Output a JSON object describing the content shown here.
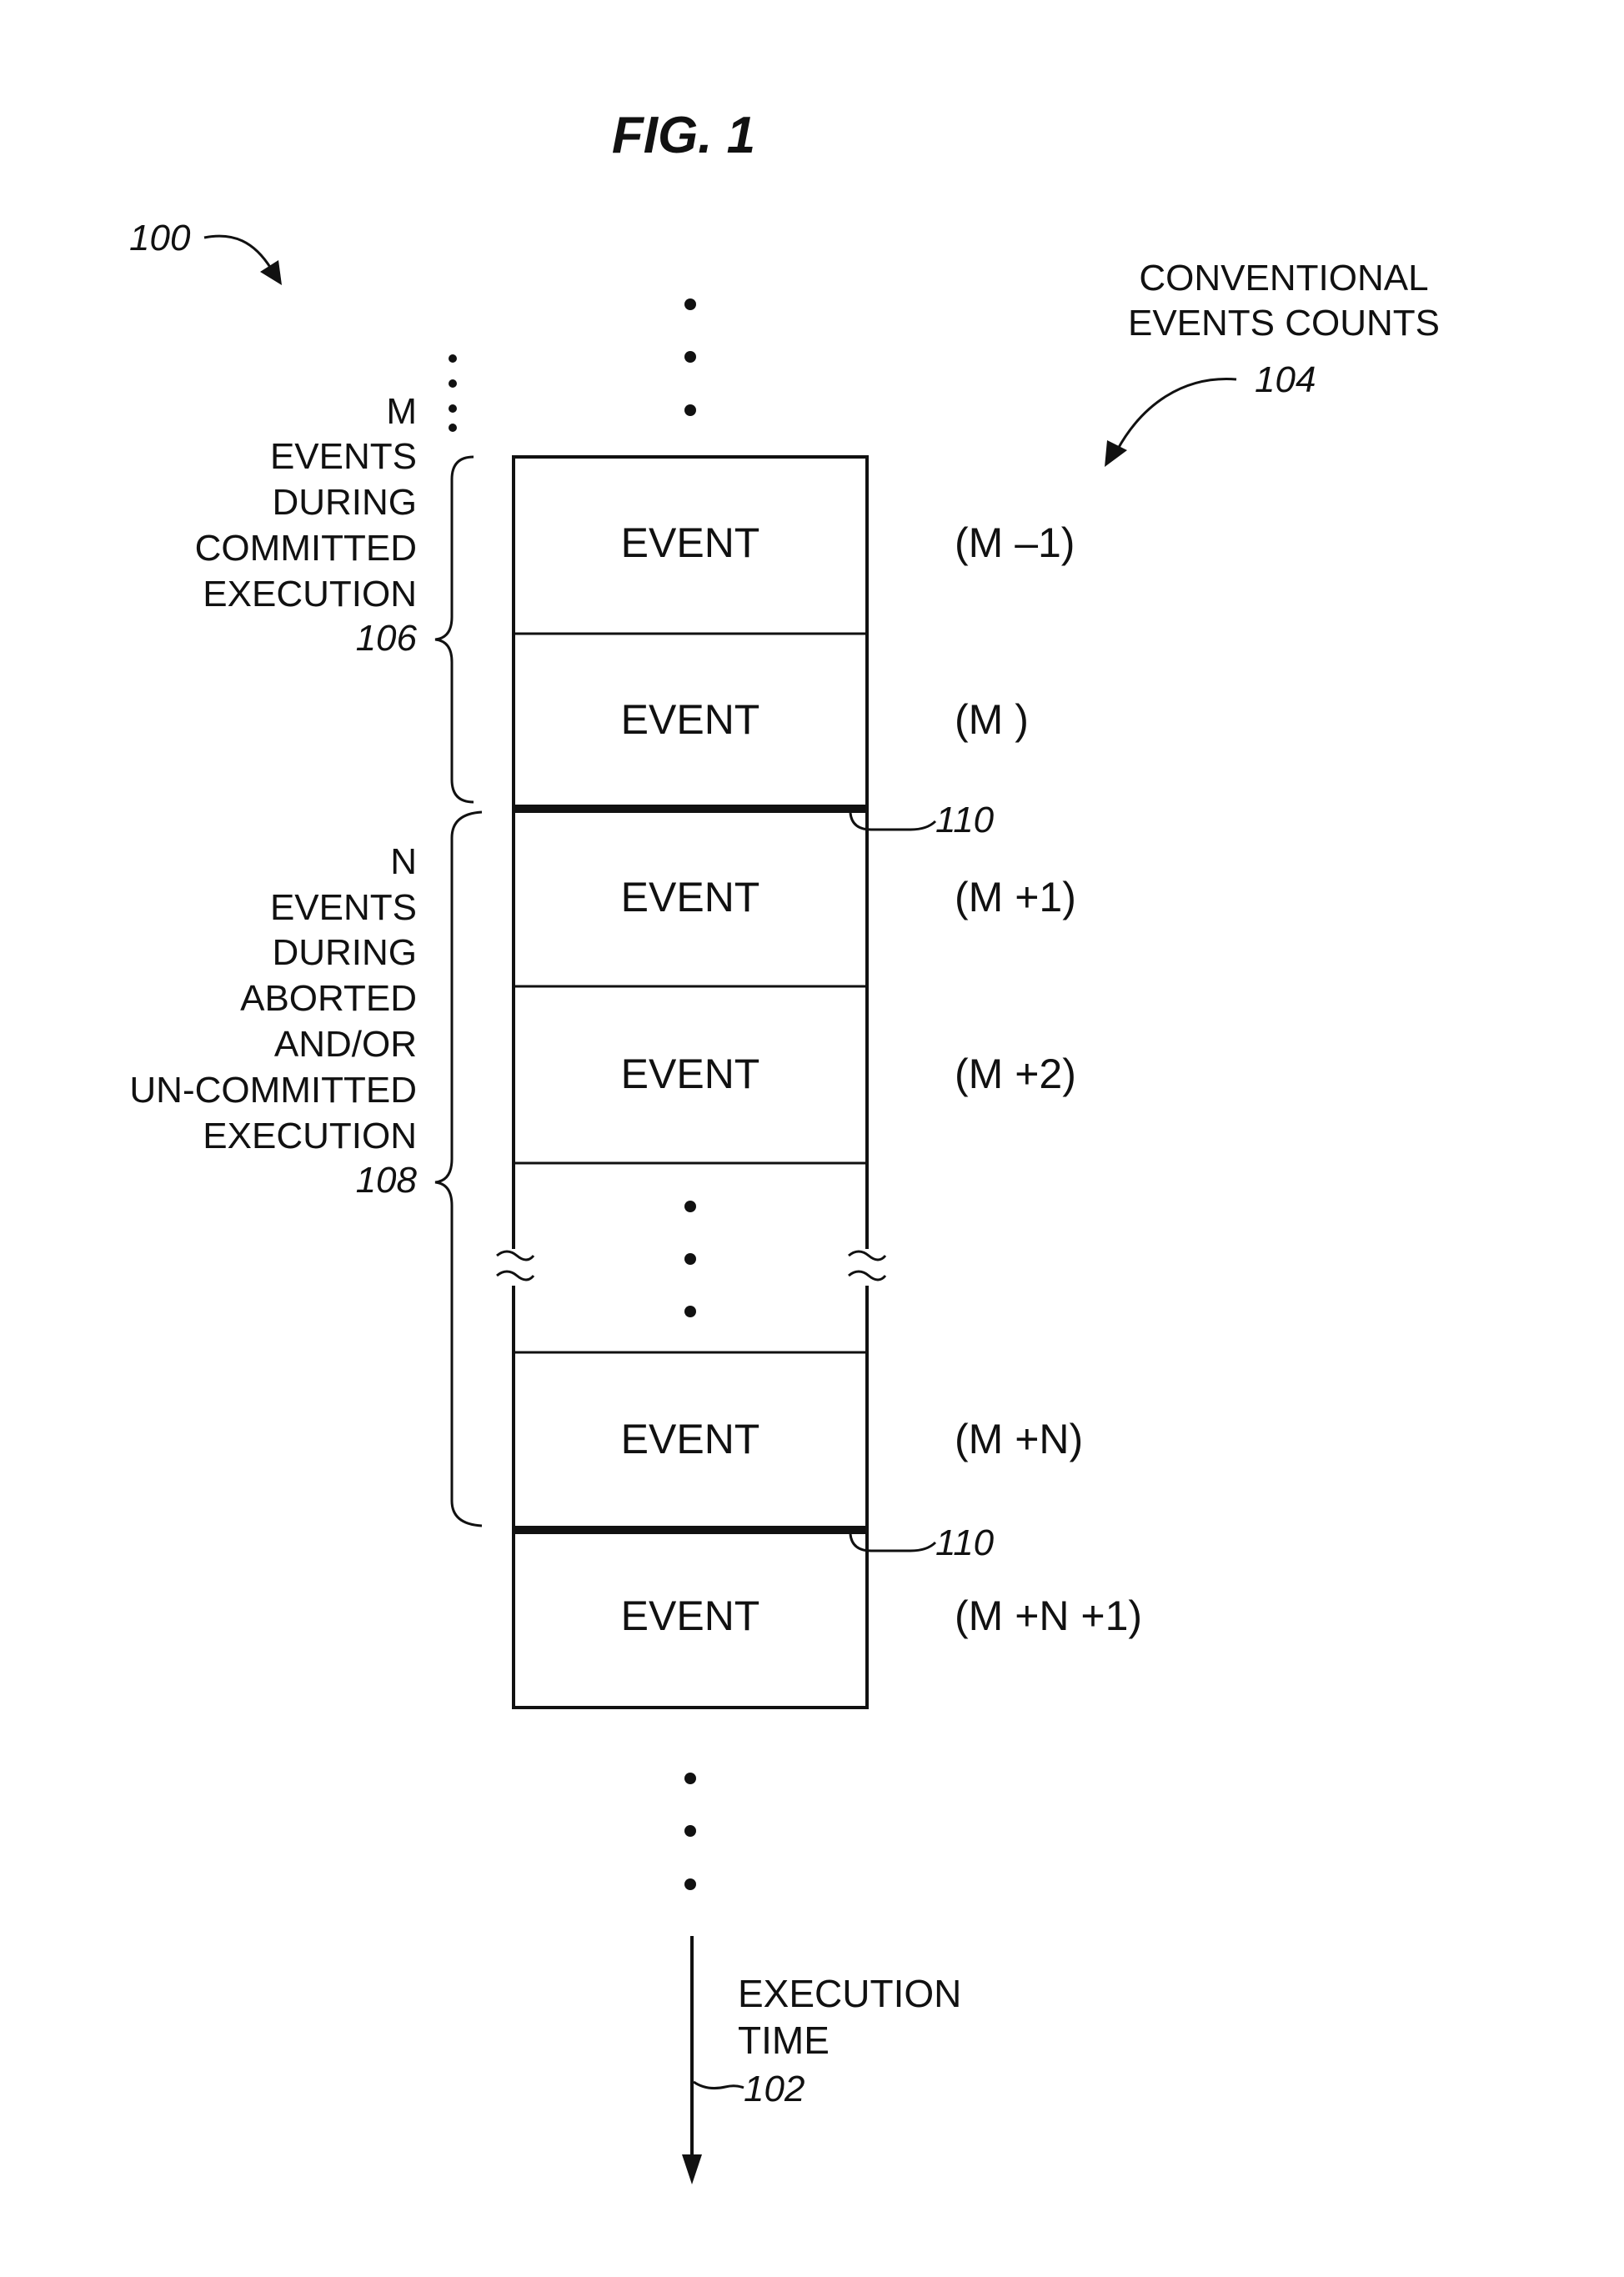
{
  "figure": {
    "title": "FIG. 1",
    "ref_main": "100"
  },
  "legend": {
    "line1": "CONVENTIONAL",
    "line2": "EVENTS COUNTS",
    "ref": "104"
  },
  "events": [
    {
      "label": "EVENT",
      "count": "(M –1)"
    },
    {
      "label": "EVENT",
      "count": "(M )"
    },
    {
      "label": "EVENT",
      "count": "(M +1)"
    },
    {
      "label": "EVENT",
      "count": "(M +2)"
    },
    {
      "label": "EVENT",
      "count": "(M +N)"
    },
    {
      "label": "EVENT",
      "count": "(M +N +1)"
    }
  ],
  "groups": {
    "committed": {
      "lines": [
        "M",
        "EVENTS",
        "DURING",
        "COMMITTED",
        "EXECUTION"
      ],
      "ref": "106"
    },
    "aborted": {
      "lines": [
        "N",
        "EVENTS",
        "DURING",
        "ABORTED",
        "AND/OR",
        "UN-COMMITTED",
        "EXECUTION"
      ],
      "ref": "108"
    }
  },
  "boundary_ref": "110",
  "time_axis": {
    "line1": "EXECUTION",
    "line2": "TIME",
    "ref": "102"
  },
  "colors": {
    "ink": "#111111",
    "background": "#ffffff"
  }
}
